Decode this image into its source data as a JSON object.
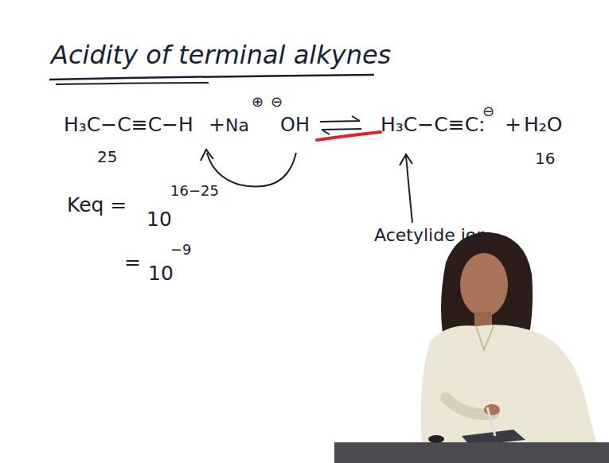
{
  "diagram": {
    "title": "Acidity of terminal alkynes",
    "labels": [
      "H₃C−C≡C−H",
      "25",
      "+",
      "⊕",
      "⊖",
      "Na",
      "OH",
      "H₃C−C≡C:",
      "⊖",
      "+",
      "H₂O",
      "16",
      "Keq =",
      "10",
      "16−25",
      "=",
      "10",
      "−9",
      "Acetylide ion"
    ]
  }
}
